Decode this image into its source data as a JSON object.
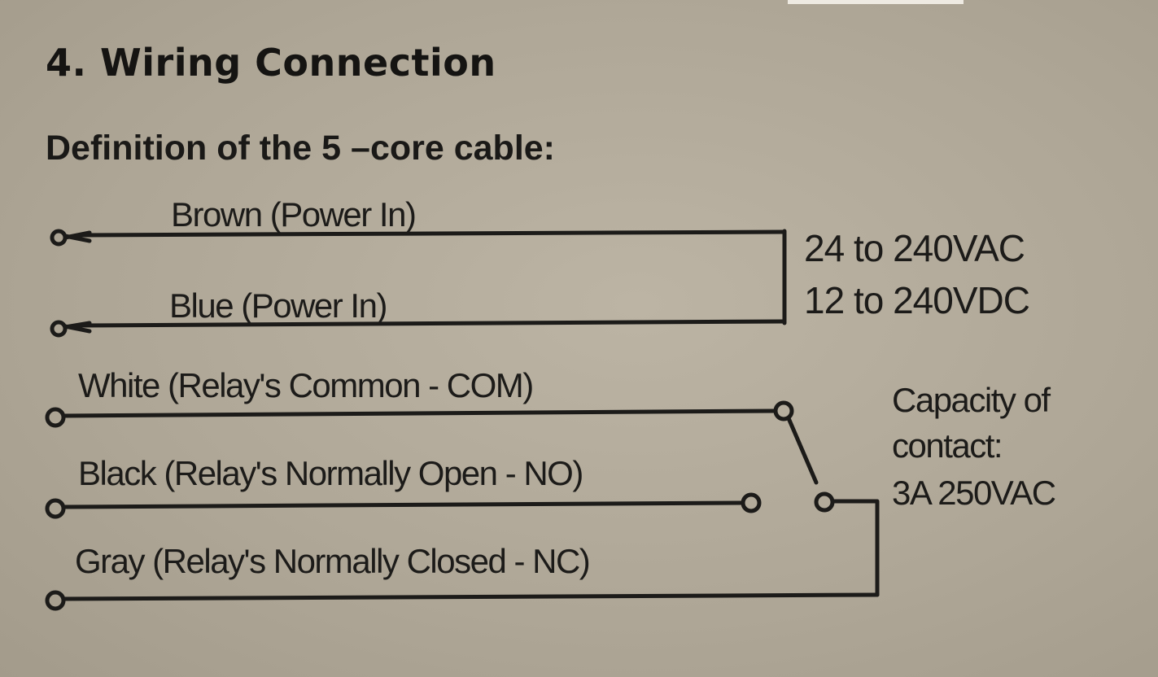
{
  "section_title": "4. Wiring Connection",
  "subtitle": "Definition of the 5 –core cable:",
  "wires": [
    {
      "label": "Brown (Power In)"
    },
    {
      "label": "Blue (Power In)"
    },
    {
      "label": "White (Relay's Common - COM)"
    },
    {
      "label": "Black (Relay's Normally Open - NO)"
    },
    {
      "label": "Gray (Relay's Normally Closed - NC)"
    }
  ],
  "power_supply": {
    "ac": "24 to 240VAC",
    "dc": "12 to 240VDC"
  },
  "contact_capacity": {
    "line1": "Capacity of",
    "line2": "contact:",
    "line3": "3A 250VAC"
  },
  "colors": {
    "paper": "#b4ac9c",
    "ink": "#1c1b19"
  }
}
